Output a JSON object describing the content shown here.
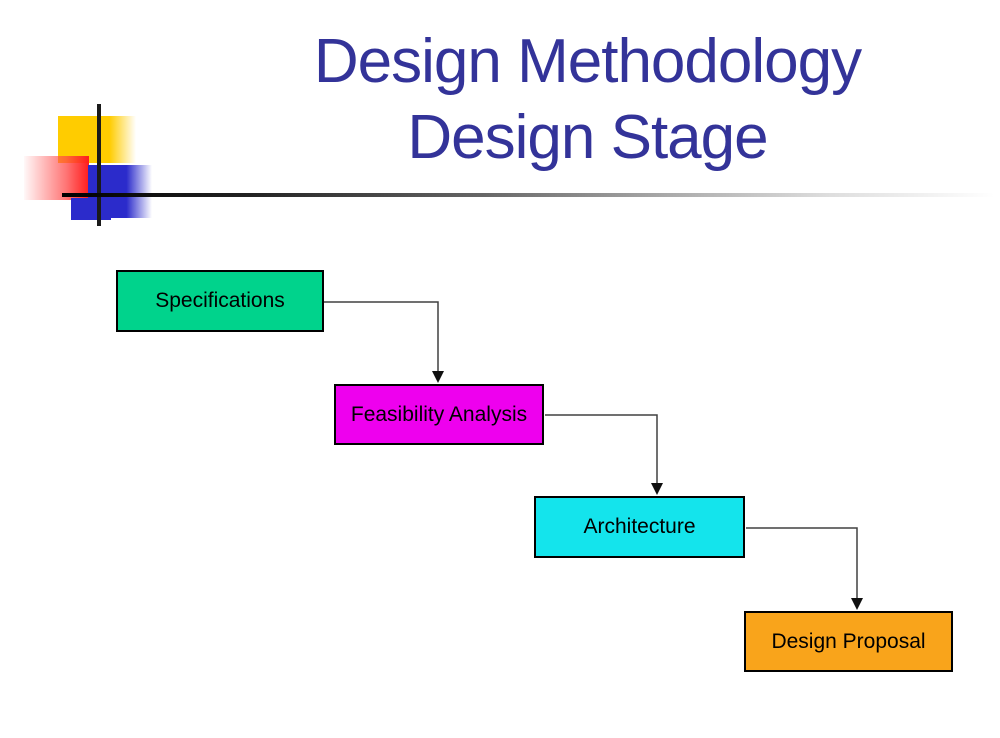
{
  "slide": {
    "title": {
      "line1": "Design Methodology",
      "line2": "Design Stage",
      "color": "#333399"
    }
  },
  "diagram": {
    "boxes": [
      {
        "id": "specifications",
        "label": "Specifications",
        "fill": "#00D38C"
      },
      {
        "id": "feasibility-analysis",
        "label": "Feasibility Analysis",
        "fill": "#EE00EE"
      },
      {
        "id": "architecture",
        "label": "Architecture",
        "fill": "#14E4EC"
      },
      {
        "id": "design-proposal",
        "label": "Design Proposal",
        "fill": "#F9A41B"
      }
    ],
    "connections": [
      {
        "from": "Specifications",
        "to": "Feasibility Analysis"
      },
      {
        "from": "Feasibility Analysis",
        "to": "Architecture"
      },
      {
        "from": "Architecture",
        "to": "Design Proposal"
      }
    ],
    "connector_color": "#404040"
  },
  "decoration": {
    "yellow": "#FFCC00",
    "red": "#FF1C1C",
    "blue": "#2B2BCB",
    "line_color": "#1A1A1A"
  }
}
